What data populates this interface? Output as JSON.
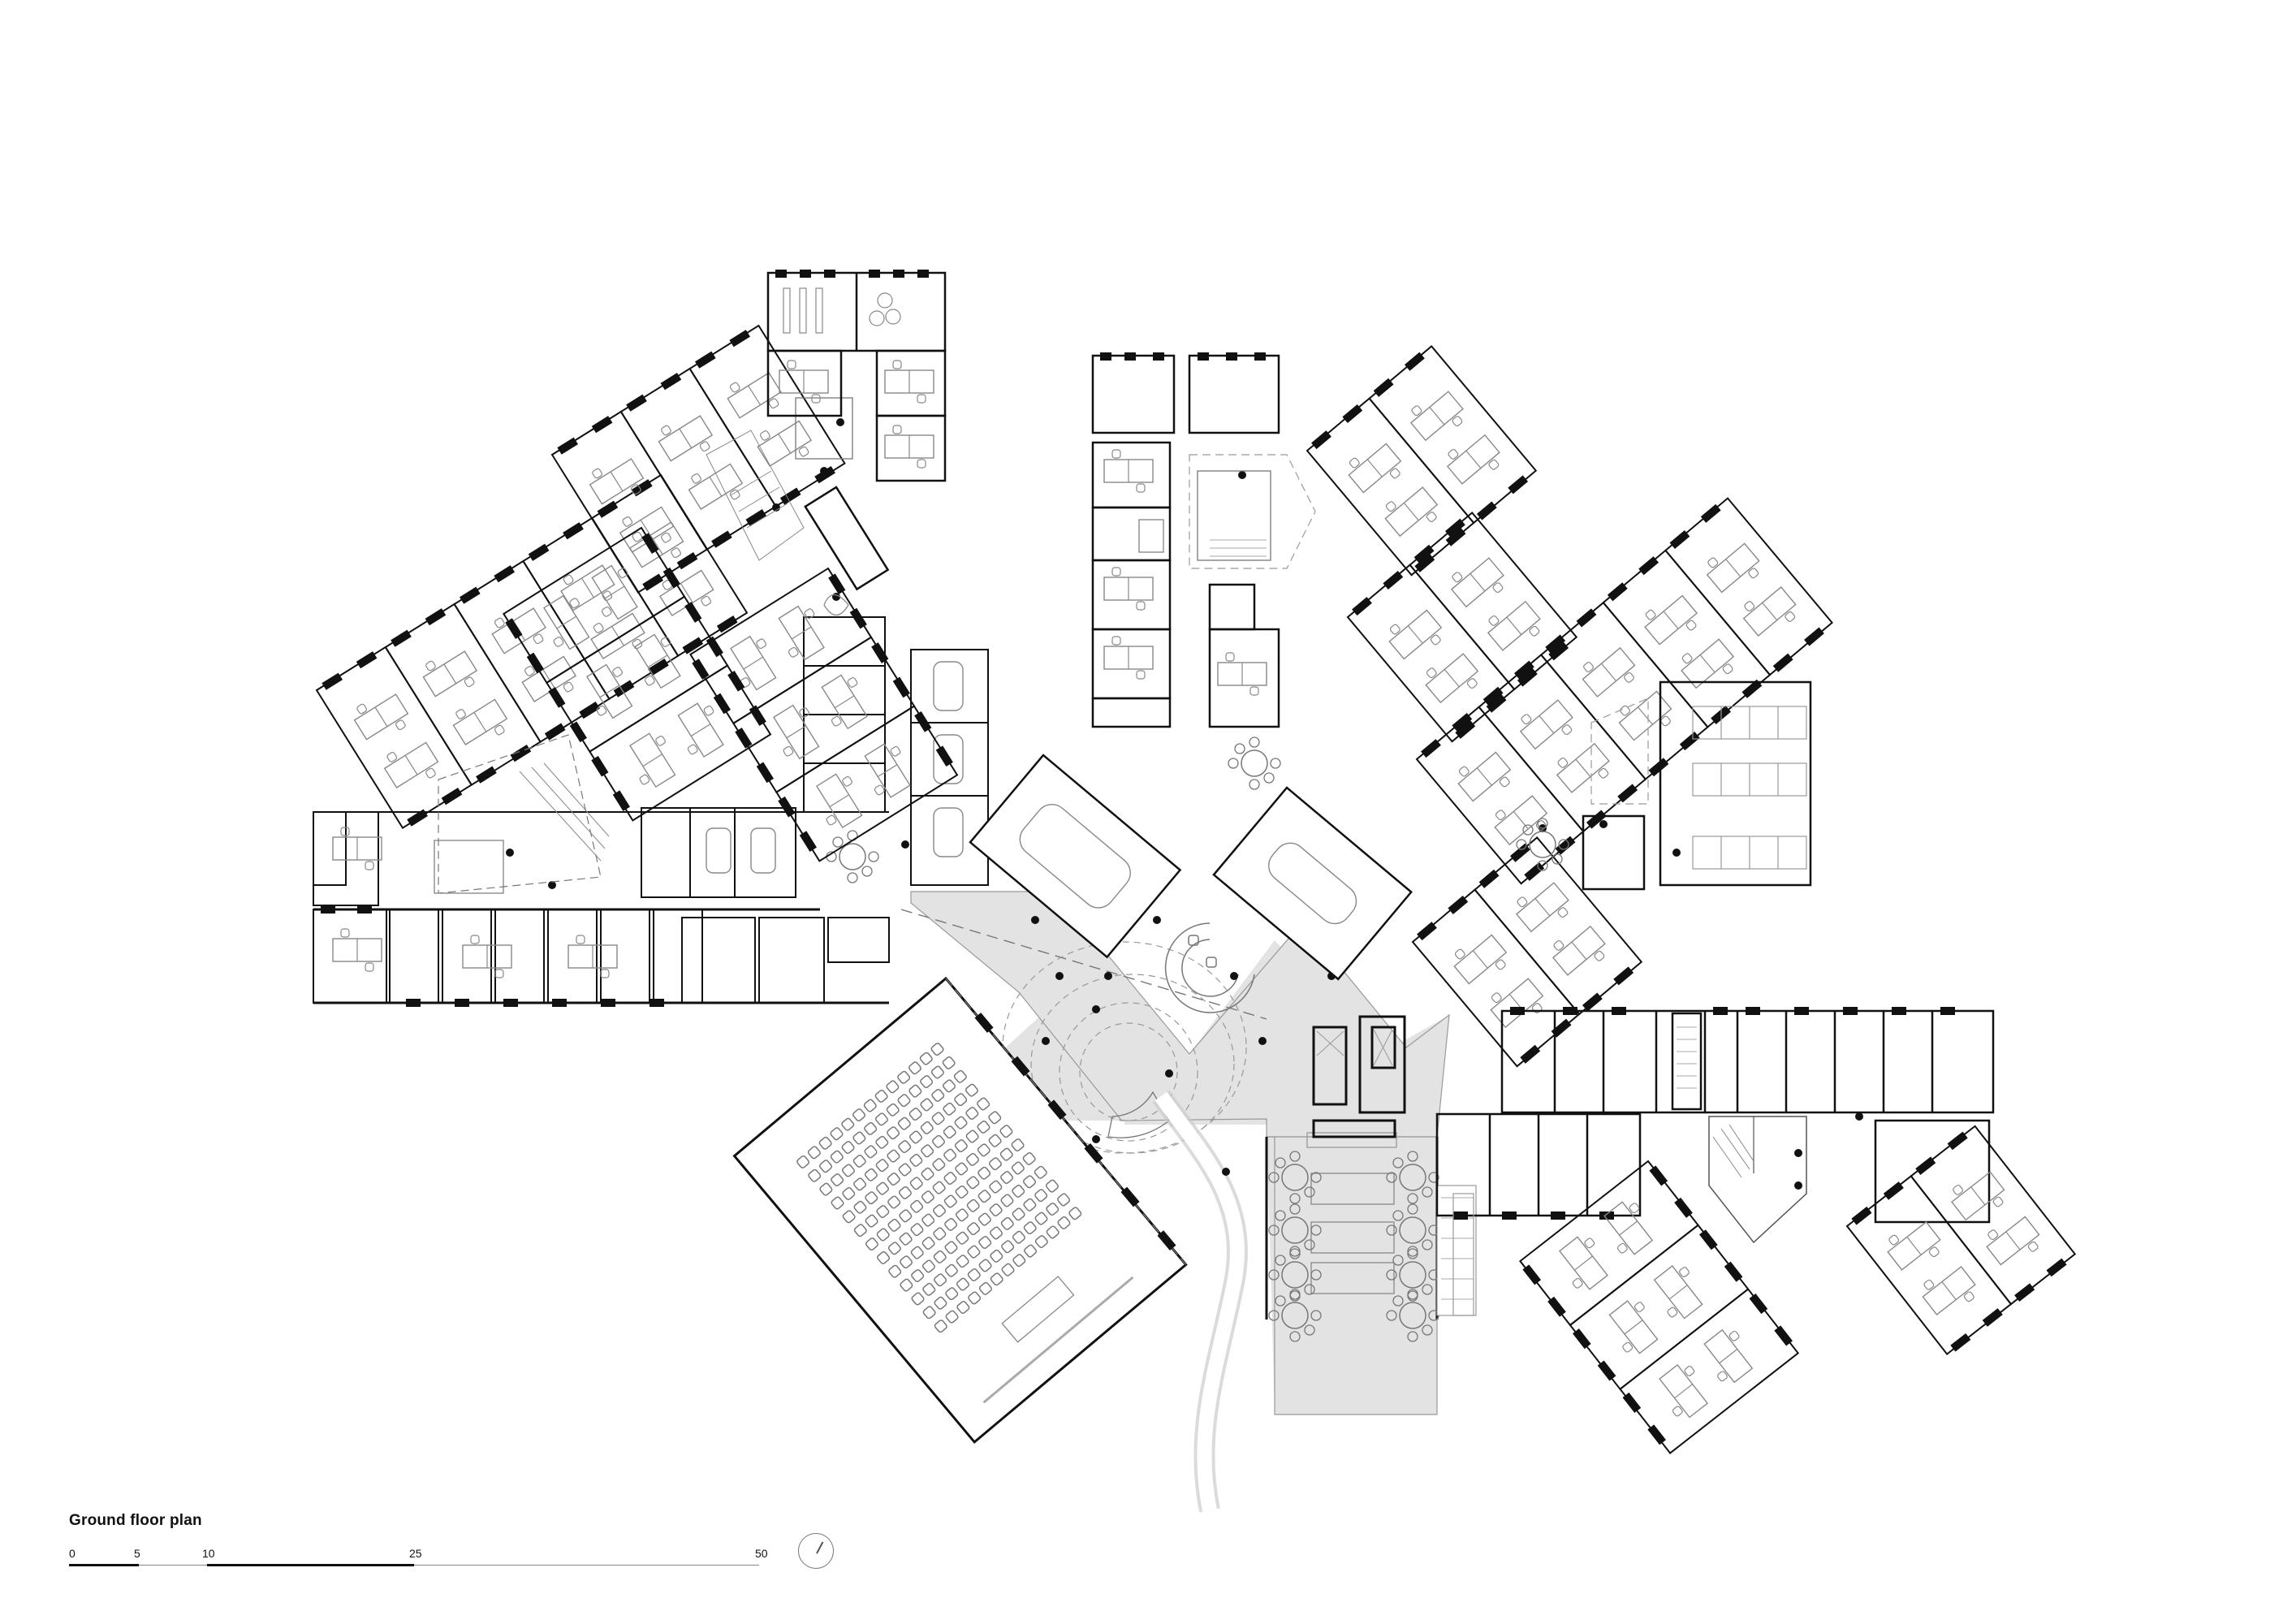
{
  "drawing": {
    "title": "Ground floor plan",
    "type": "architectural floor plan",
    "colors": {
      "wall": "#111111",
      "line": "#555555",
      "thin_line": "#999999",
      "atrium_fill": "#e3e3e4",
      "background": "#ffffff"
    }
  },
  "scale_bar": {
    "unit_ticks": [
      "0",
      "5",
      "10",
      "25",
      "50"
    ]
  },
  "north_arrow": {
    "icon": "north-arrow-icon"
  }
}
